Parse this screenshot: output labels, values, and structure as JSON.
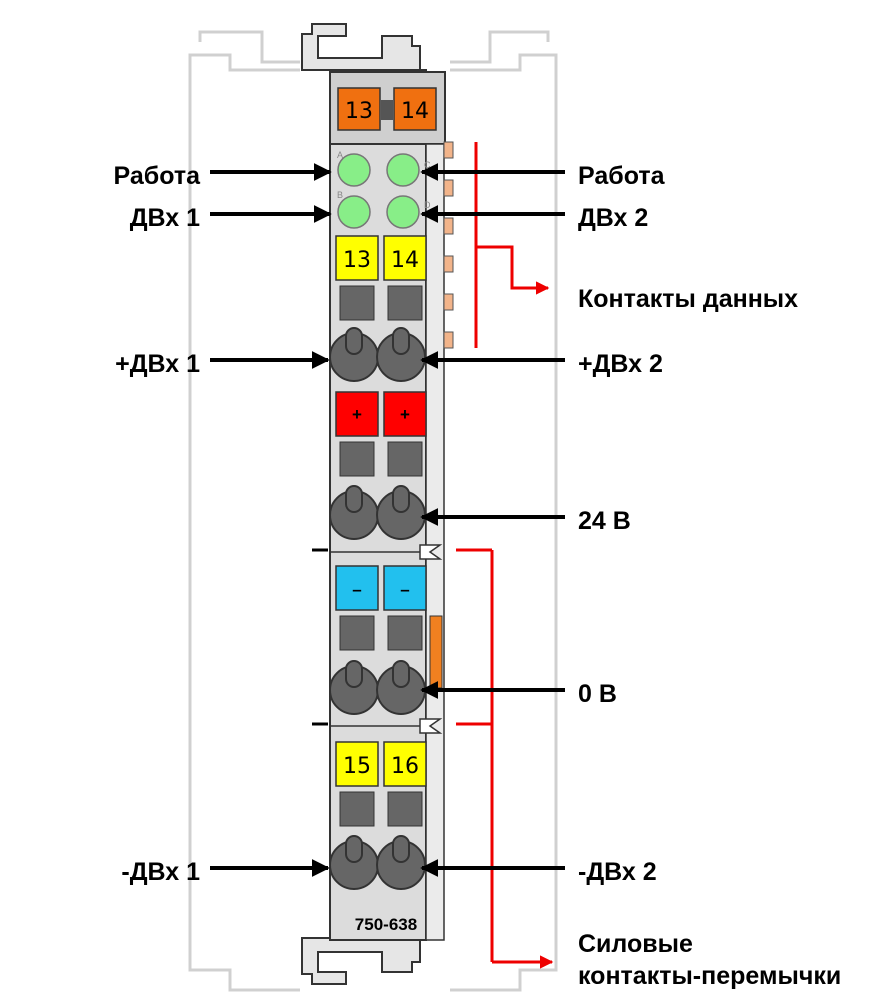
{
  "labels": {
    "left_status": "Работа",
    "left_di": "ДВх 1",
    "left_plus_di": "+ДВх 1",
    "left_minus_di": "-ДВх 1",
    "right_status": "Работа",
    "right_di": "ДВх 2",
    "right_plus_di": "+ДВх 2",
    "right_minus_di": "-ДВх 2",
    "data_contacts": "Контакты данных",
    "supply_24v": "24 В",
    "supply_0v": "0 В",
    "power_jumper_line1": "Силовые",
    "power_jumper_line2": "контакты-перемычки"
  },
  "module": {
    "part_number": "750-638",
    "top_keys": [
      "13",
      "14"
    ],
    "di_keys": [
      "13",
      "14"
    ],
    "plus_keys": [
      "+",
      "+"
    ],
    "minus_keys": [
      "–",
      "–"
    ],
    "bottom_keys": [
      "15",
      "16"
    ],
    "led_letters": [
      "A",
      "B",
      "C",
      "D"
    ]
  },
  "colors": {
    "led": "#88ee88",
    "top_key": "#f07010",
    "signal_key": "#ffff00",
    "plus_key": "#ff0000",
    "minus_key": "#22c0ee",
    "housing": "#dcdcdc",
    "callout_red": "#ee0000"
  }
}
